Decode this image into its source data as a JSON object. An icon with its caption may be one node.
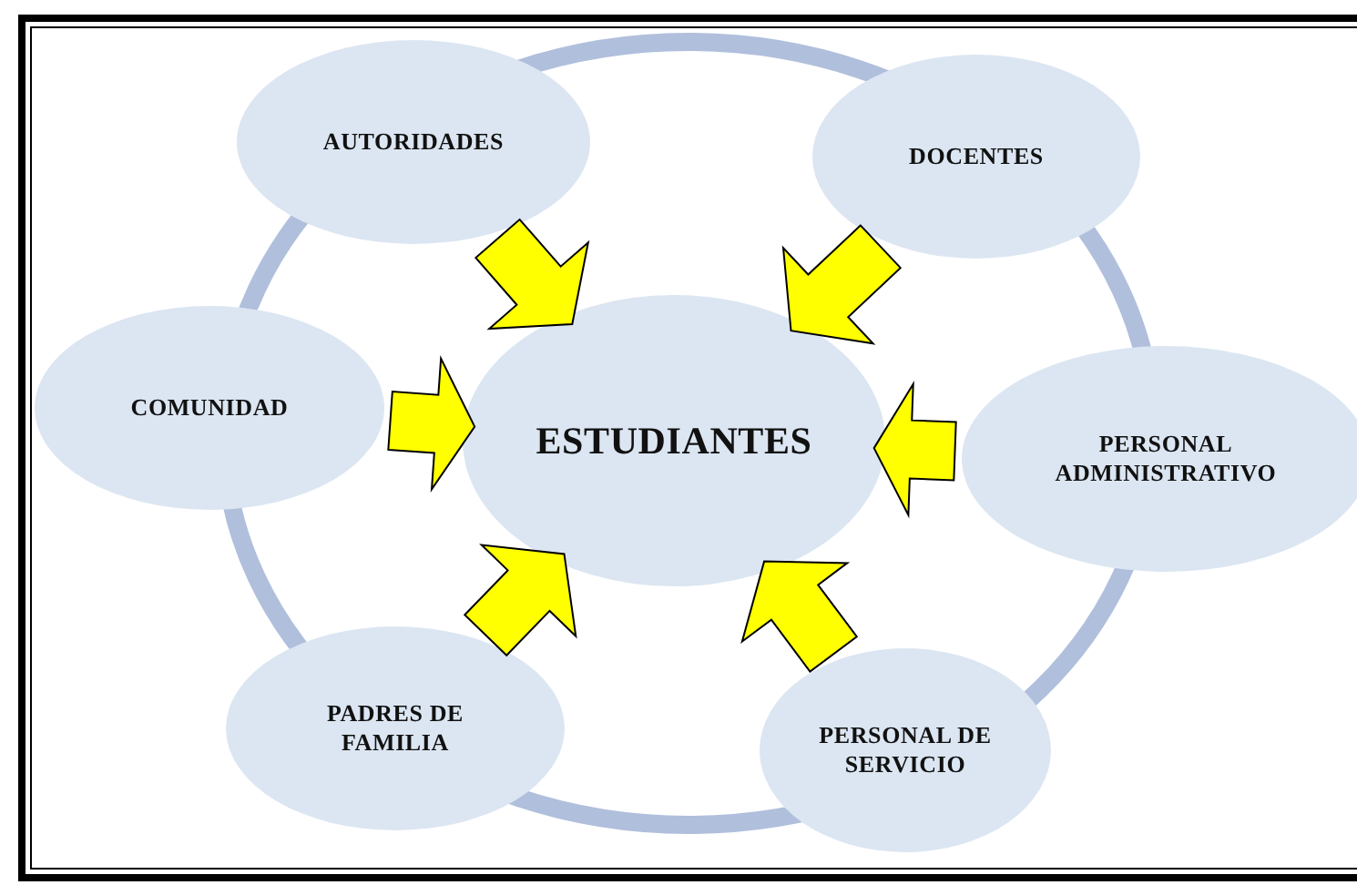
{
  "diagram": {
    "nodes": [
      {
        "text": [
          "AUTORIDADES"
        ]
      },
      {
        "text": [
          "DOCENTES"
        ]
      },
      {
        "text": [
          "COMUNIDAD"
        ]
      },
      {
        "text": [
          "ESTUDIANTES"
        ]
      },
      {
        "text": [
          "PERSONAL ADMINISTRATIVO"
        ]
      },
      {
        "text": [
          "PADRES DE FAMILIA"
        ]
      },
      {
        "text": [
          "PERSONAL DE SERVICIO"
        ]
      }
    ],
    "edges": [
      {
        "from": 0,
        "to": 3,
        "arrow": "to"
      },
      {
        "from": 1,
        "to": 3,
        "arrow": "to"
      },
      {
        "from": 2,
        "to": 3,
        "arrow": "to"
      },
      {
        "from": 4,
        "to": 3,
        "arrow": "to"
      },
      {
        "from": 5,
        "to": 3,
        "arrow": "to"
      },
      {
        "from": 6,
        "to": 3,
        "arrow": "to"
      }
    ]
  }
}
